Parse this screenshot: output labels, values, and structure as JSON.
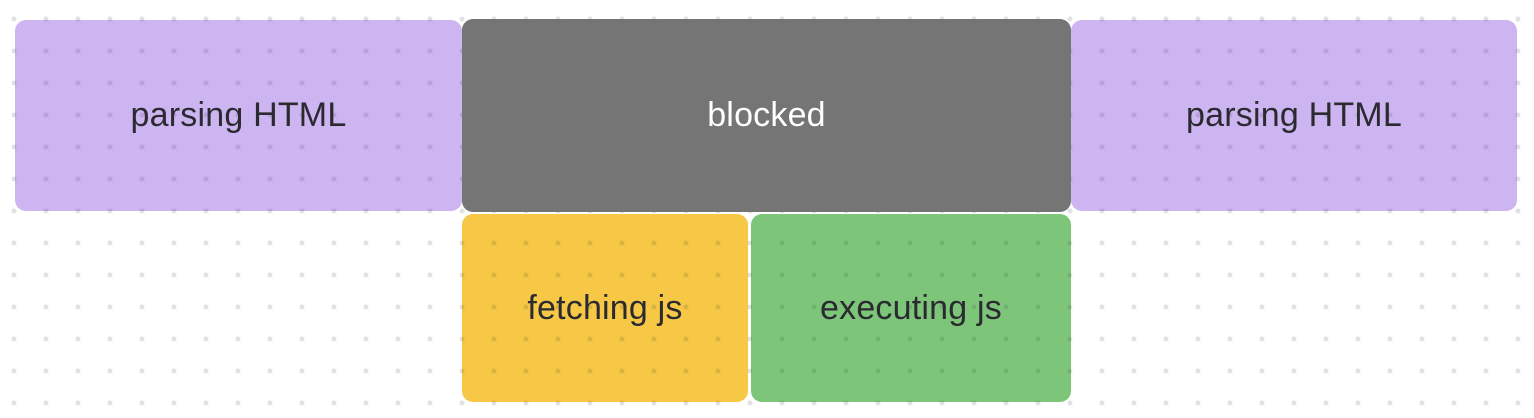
{
  "canvas": {
    "background_color": "#ffffff",
    "grid_dot_color": "#dedede"
  },
  "blocks": [
    {
      "id": "parsing-html-left",
      "label": "parsing HTML",
      "color": "#ccb5f1",
      "text_color": "#2a2a30"
    },
    {
      "id": "blocked",
      "label": "blocked",
      "color": "#757575",
      "text_color": "#ffffff"
    },
    {
      "id": "parsing-html-right",
      "label": "parsing HTML",
      "color": "#ccb5f1",
      "text_color": "#2a2a30"
    },
    {
      "id": "fetching-js",
      "label": "fetching js",
      "color": "#f6c845",
      "text_color": "#2a2a30"
    },
    {
      "id": "executing-js",
      "label": "executing js",
      "color": "#7dc679",
      "text_color": "#2a2a30"
    }
  ]
}
